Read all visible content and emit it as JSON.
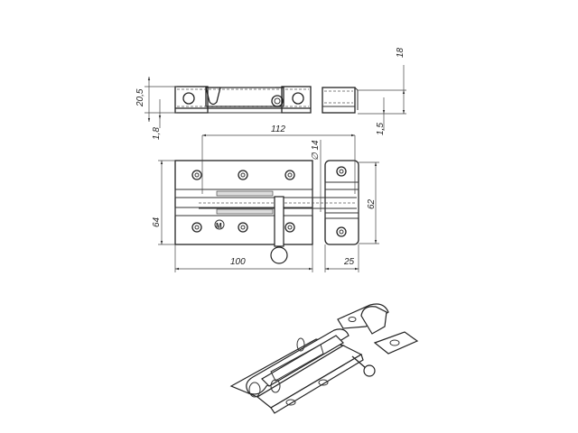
{
  "drawing": {
    "title": "Door bolt technical drawing",
    "views": [
      "top-view",
      "front-view",
      "side-view",
      "isometric-view"
    ],
    "dimensions": {
      "height_total": "20,5",
      "plate_thickness_left": "1,8",
      "bolt_height": "18",
      "plate_thickness_right": "1,5",
      "bolt_length": "112",
      "bolt_diameter": "∅ 14",
      "plate_height": "64",
      "keeper_height": "62",
      "plate_width": "100",
      "keeper_width": "25"
    },
    "marking": "M",
    "colors": {
      "background": "#ffffff",
      "line": "#222222"
    }
  }
}
